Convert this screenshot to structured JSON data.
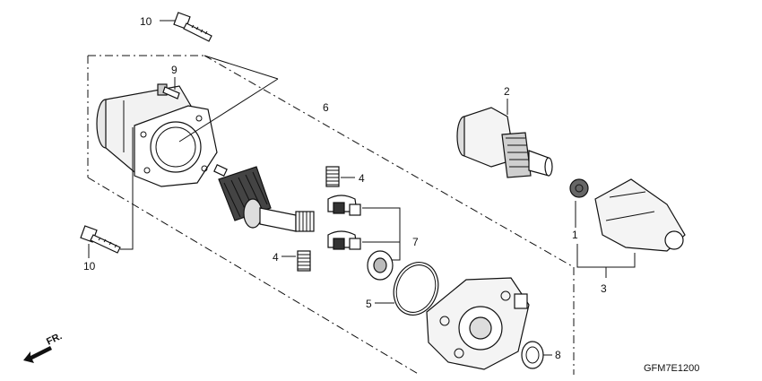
{
  "diagram": {
    "callouts": {
      "bolt_top": "10",
      "bolt_left": "10",
      "screw": "9",
      "spring_top": "4",
      "spring_bottom": "4",
      "brush_set": "7",
      "armature_group": "6",
      "oring": "5",
      "washer": "8",
      "drive_clutch": "2",
      "bushing": "1",
      "clutch_assembly": "3"
    },
    "figure_code": "GFM7E1200",
    "direction_label": "FR."
  }
}
